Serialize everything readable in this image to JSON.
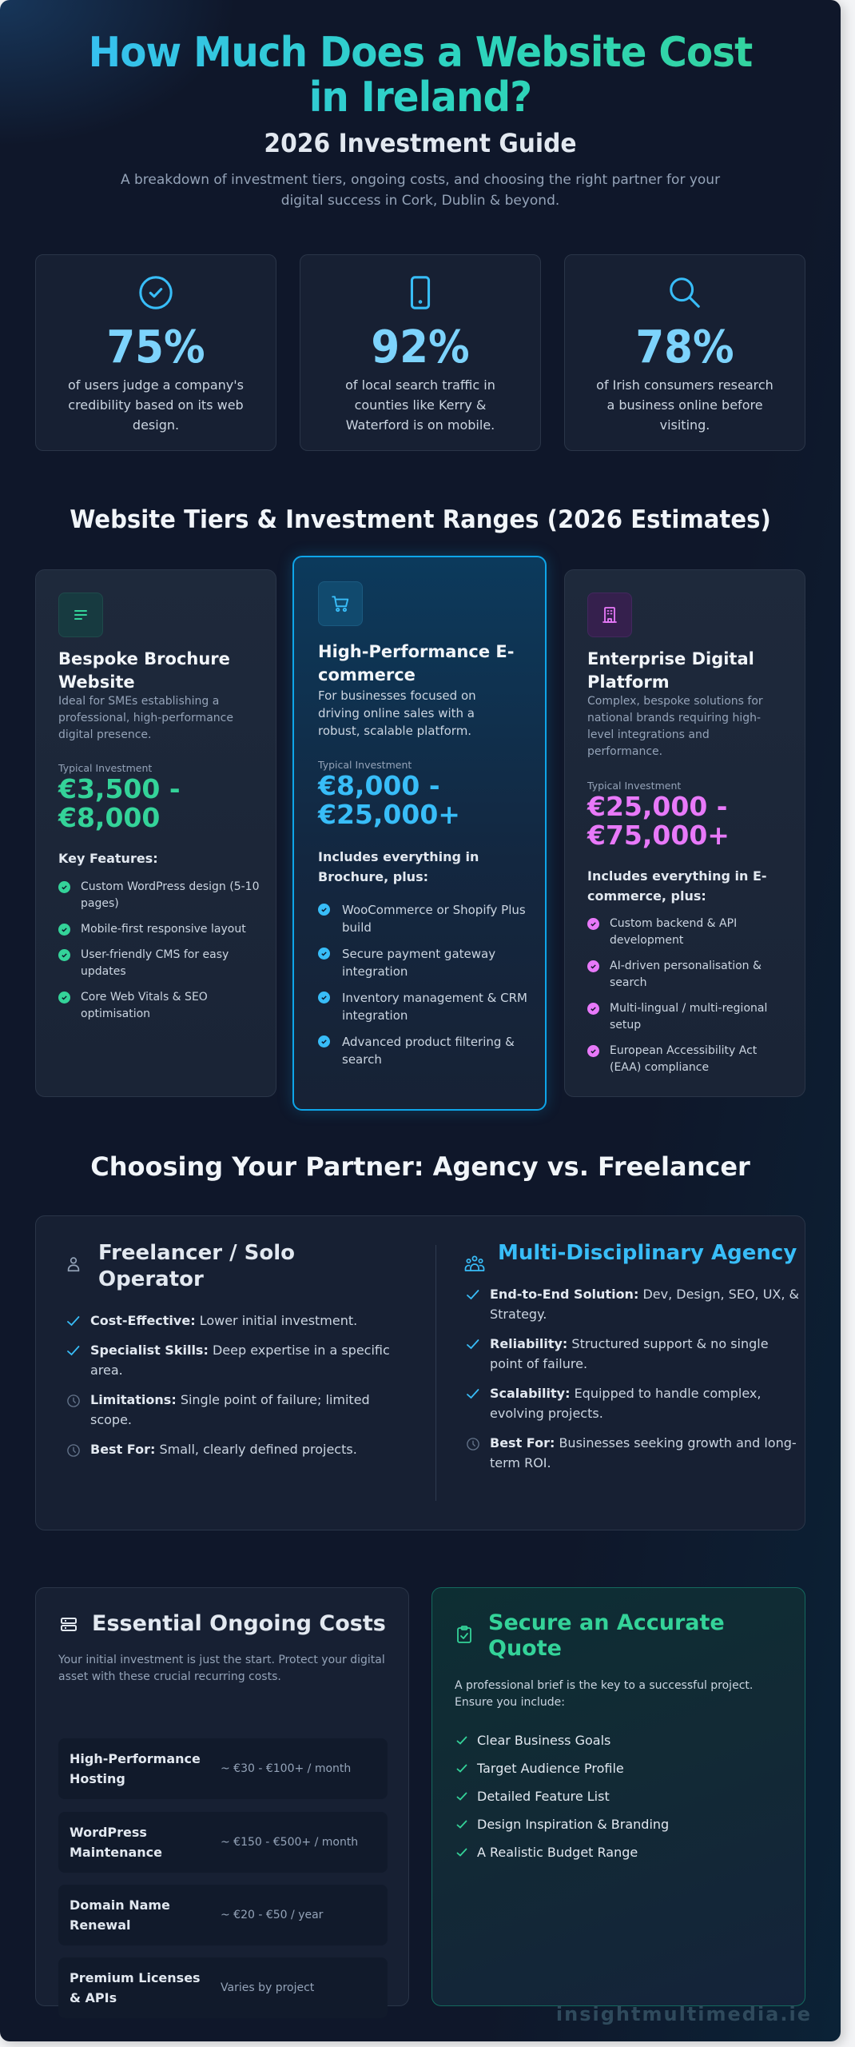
{
  "header": {
    "title_line1": "How Much Does a Website Cost",
    "title_line2": "in Ireland?",
    "subtitle": "2026 Investment Guide",
    "description": "A breakdown of investment tiers, ongoing costs, and choosing the right partner for your digital success in Cork, Dublin & beyond."
  },
  "stats": [
    {
      "icon": "check-circle-icon",
      "value": "75%",
      "text": "of users judge a company's credibility based on its web design."
    },
    {
      "icon": "smartphone-icon",
      "value": "92%",
      "text": "of local search traffic in counties like Kerry & Waterford is on mobile."
    },
    {
      "icon": "search-icon",
      "value": "78%",
      "text": "of Irish consumers research a business online before visiting."
    }
  ],
  "tiers_section": {
    "title": "Website Tiers & Investment Ranges (2026 Estimates)",
    "tiers": [
      {
        "icon": "text-lines-icon",
        "name": "Bespoke Brochure Website",
        "description": "Ideal for SMEs establishing a professional, high-performance digital presence.",
        "investment_label": "Typical Investment",
        "price": "€3,500 - €8,000",
        "features_title": "Key Features:",
        "features": [
          "Custom WordPress design (5-10 pages)",
          "Mobile-first responsive layout",
          "User-friendly CMS for easy updates",
          "Core Web Vitals & SEO optimisation"
        ],
        "accent": "#34d399"
      },
      {
        "icon": "shopping-cart-icon",
        "name": "High-Performance E-commerce",
        "description": "For businesses focused on driving online sales with a robust, scalable platform.",
        "investment_label": "Typical Investment",
        "price": "€8,000 - €25,000+",
        "features_title": "Includes everything in Brochure, plus:",
        "features": [
          "WooCommerce or Shopify Plus build",
          "Secure payment gateway integration",
          "Inventory management & CRM integration",
          "Advanced product filtering & search"
        ],
        "accent": "#38bdf8"
      },
      {
        "icon": "building-icon",
        "name": "Enterprise Digital Platform",
        "description": "Complex, bespoke solutions for national brands requiring high-level integrations and performance.",
        "investment_label": "Typical Investment",
        "price": "€25,000 - €75,000+",
        "features_title": "Includes everything in E-commerce, plus:",
        "features": [
          "Custom backend & API development",
          "AI-driven personalisation & search",
          "Multi-lingual / multi-regional setup",
          "European Accessibility Act (EAA) compliance"
        ],
        "accent": "#e879f9"
      }
    ]
  },
  "partner_section": {
    "title": "Choosing Your Partner: Agency vs. Freelancer",
    "freelancer": {
      "icon": "user-icon",
      "title": "Freelancer / Solo Operator",
      "items": [
        {
          "icon": "check-icon",
          "label": "Cost-Effective:",
          "text": "Lower initial investment."
        },
        {
          "icon": "check-icon",
          "label": "Specialist Skills:",
          "text": "Deep expertise in a specific area."
        },
        {
          "icon": "clock-icon",
          "label": "Limitations:",
          "text": "Single point of failure; limited scope."
        },
        {
          "icon": "clock-icon",
          "label": "Best For:",
          "text": "Small, clearly defined projects."
        }
      ]
    },
    "agency": {
      "icon": "team-icon",
      "title": "Multi-Disciplinary Agency",
      "items": [
        {
          "icon": "check-icon",
          "label": "End-to-End Solution:",
          "text": "Dev, Design, SEO, UX, & Strategy."
        },
        {
          "icon": "check-icon",
          "label": "Reliability:",
          "text": "Structured support & no single point of failure."
        },
        {
          "icon": "check-icon",
          "label": "Scalability:",
          "text": "Equipped to handle complex, evolving projects."
        },
        {
          "icon": "clock-icon",
          "label": "Best For:",
          "text": "Businesses seeking growth and long-term ROI."
        }
      ]
    }
  },
  "ongoing": {
    "icon": "server-icon",
    "title": "Essential Ongoing Costs",
    "description": "Your initial investment is just the start. Protect your digital asset with these crucial recurring costs.",
    "rows": [
      {
        "name": "High-Performance Hosting",
        "value": "~ €30 - €100+ / month"
      },
      {
        "name": "WordPress Maintenance",
        "value": "~ €150 - €500+ / month"
      },
      {
        "name": "Domain Name Renewal",
        "value": "~ €20 - €50 / year"
      },
      {
        "name": "Premium Licenses & APIs",
        "value": "Varies by project"
      }
    ]
  },
  "quote": {
    "icon": "clipboard-check-icon",
    "title": "Secure an Accurate Quote",
    "description": "A professional brief is the key to a successful project. Ensure you include:",
    "items": [
      "Clear Business Goals",
      "Target Audience Profile",
      "Detailed Feature List",
      "Design Inspiration & Branding",
      "A Realistic Budget Range"
    ]
  },
  "footer": {
    "watermark": "insightmultimedia.ie"
  },
  "colors": {
    "background": "#0f172a",
    "card": "#172033",
    "accent_blue": "#38bdf8",
    "accent_green": "#34d399",
    "accent_purple": "#e879f9",
    "stat_value": "#7dd3fc"
  }
}
